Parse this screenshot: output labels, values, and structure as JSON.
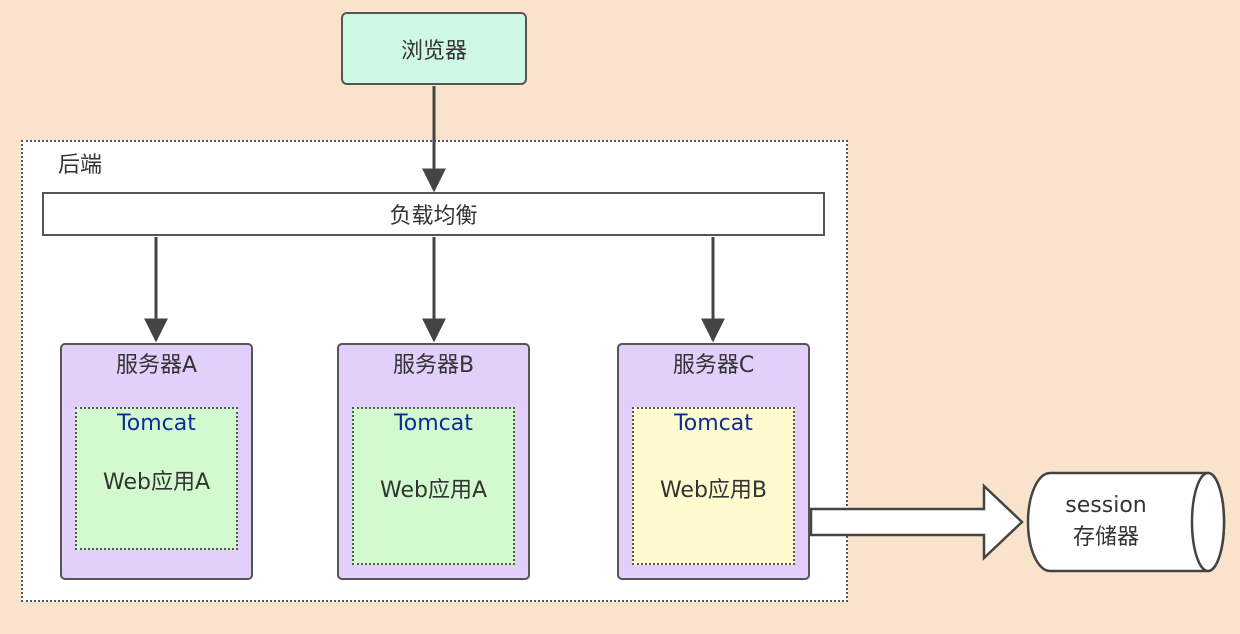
{
  "browser": {
    "label": "浏览器"
  },
  "backend": {
    "label": "后端"
  },
  "load_balancer": {
    "label": "负载均衡"
  },
  "servers": [
    {
      "title": "服务器A",
      "container": "Tomcat",
      "app": "Web应用A"
    },
    {
      "title": "服务器B",
      "container": "Tomcat",
      "app": "Web应用A"
    },
    {
      "title": "服务器C",
      "container": "Tomcat",
      "app": "Web应用B"
    }
  ],
  "session_store": {
    "line1": "session",
    "line2": "存储器"
  },
  "colors": {
    "background": "#f9e3cc",
    "browser_fill": "#cff8e4",
    "server_fill": "#e2cffa",
    "app_fill_green": "#d3f9cf",
    "app_fill_yellow": "#fffbcf",
    "tomcat_text": "#0d2d96"
  }
}
